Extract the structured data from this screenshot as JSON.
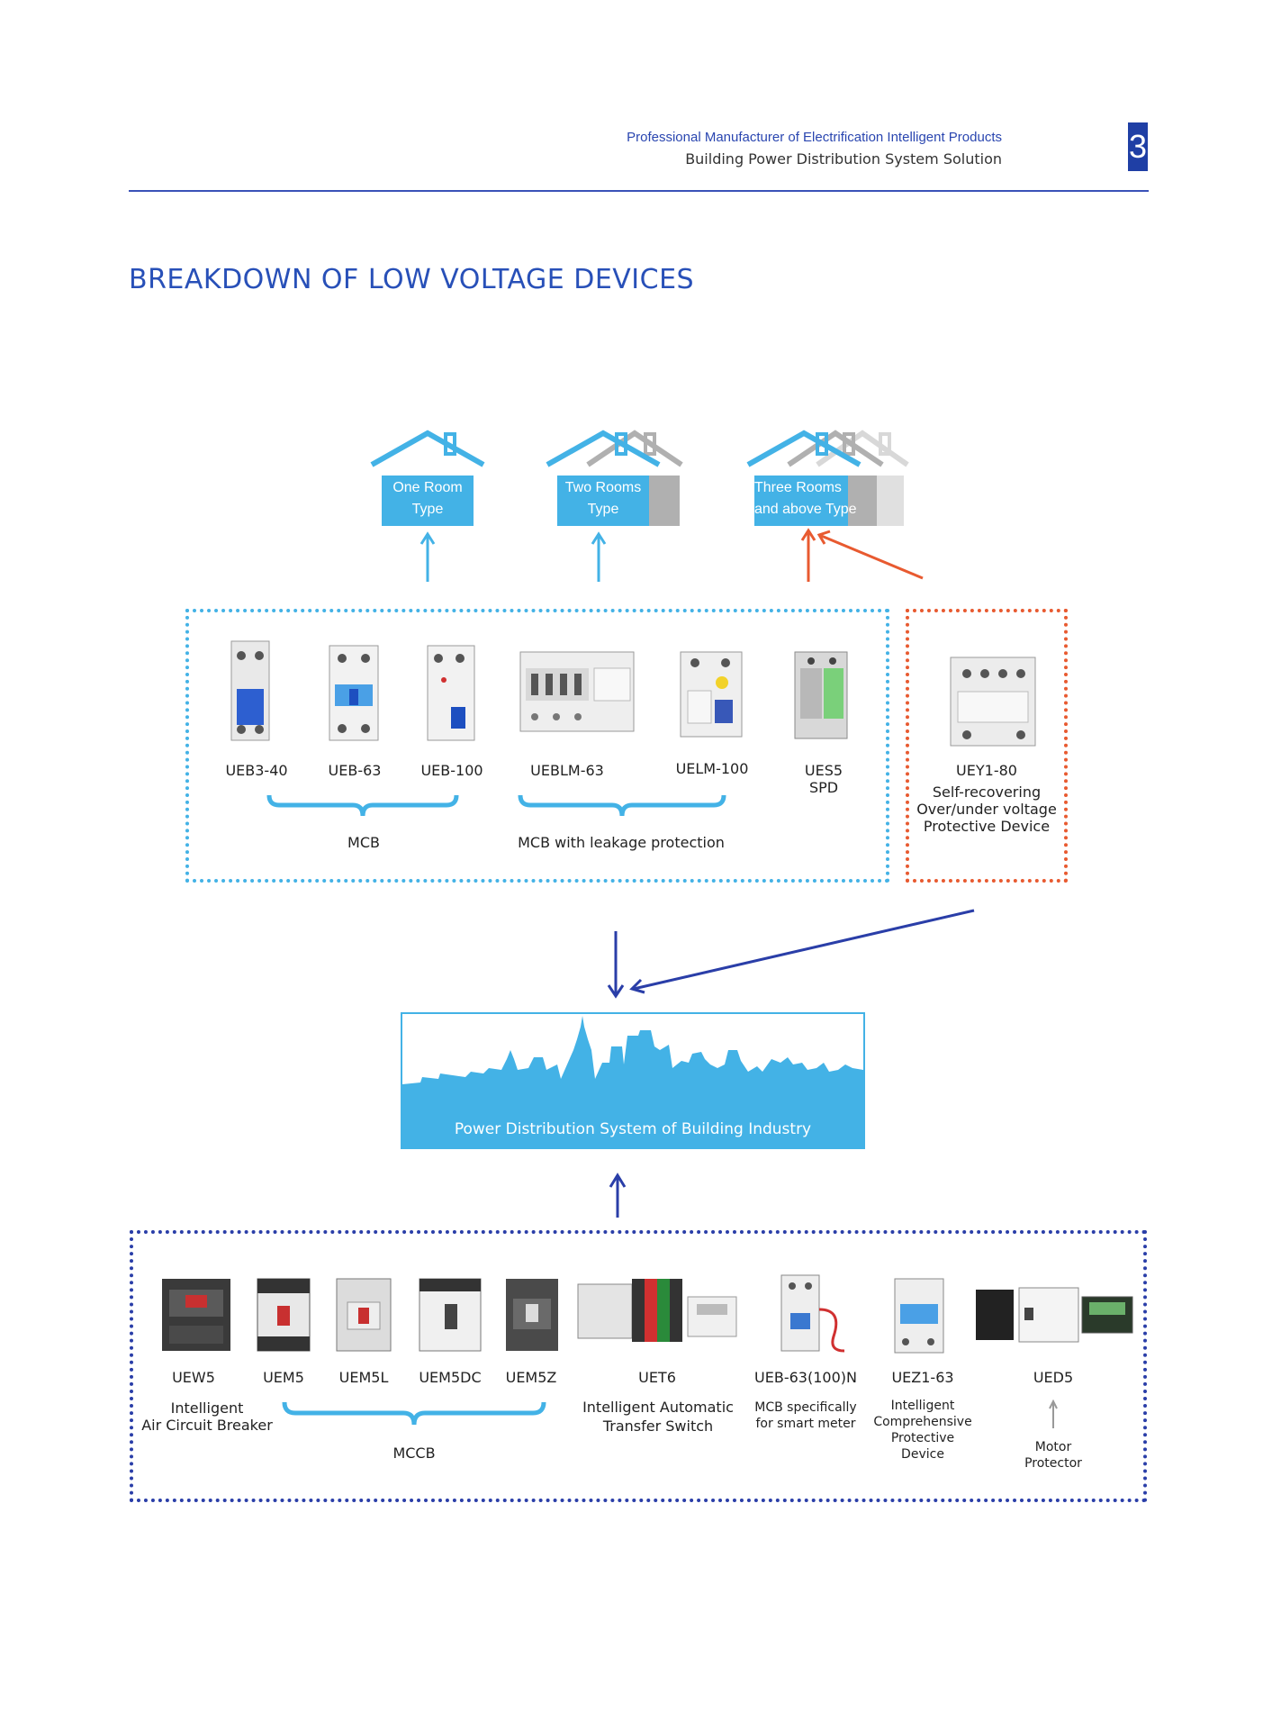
{
  "header": {
    "tagline": "Professional Manufacturer of Electrification Intelligent Products",
    "subtitle": "Building Power Distribution System Solution",
    "page_number": "3"
  },
  "title": "BREAKDOWN OF LOW VOLTAGE DEVICES",
  "houses": [
    {
      "line1": "One Room",
      "line2": "Type"
    },
    {
      "line1": "Two Rooms",
      "line2": "Type"
    },
    {
      "line1": "Three Rooms",
      "line2": "and above Type"
    }
  ],
  "upper_devices": [
    {
      "model": "UEB3-40"
    },
    {
      "model": "UEB-63"
    },
    {
      "model": "UEB-100"
    },
    {
      "model": "UEBLM-63"
    },
    {
      "model": "UELM-100"
    },
    {
      "model": "UES5",
      "sub": "SPD"
    }
  ],
  "upper_groups": {
    "mcb": "MCB",
    "mcb_leakage": "MCB with leakage protection"
  },
  "protective_device": {
    "model": "UEY1-80",
    "line1": "Self-recovering",
    "line2": "Over/under voltage",
    "line3": "Protective Device"
  },
  "city": {
    "label": "Power Distribution System of Building Industry"
  },
  "lower_devices": {
    "uew5": {
      "model": "UEW5",
      "line1": "Intelligent",
      "line2": "Air Circuit Breaker"
    },
    "uem5": {
      "model": "UEM5"
    },
    "uem5l": {
      "model": "UEM5L"
    },
    "uem5dc": {
      "model": "UEM5DC"
    },
    "uem5z": {
      "model": "UEM5Z"
    },
    "mccb": "MCCB",
    "uet6": {
      "model": "UET6",
      "line1": "Intelligent Automatic",
      "line2": "Transfer Switch"
    },
    "ueb63n": {
      "model": "UEB-63(100)N",
      "line1": "MCB specifically",
      "line2": "for smart meter"
    },
    "uez1": {
      "model": "UEZ1-63",
      "line1": "Intelligent",
      "line2": "Comprehensive",
      "line3": "Protective",
      "line4": "Device"
    },
    "ued5": {
      "model": "UED5",
      "line1": "Motor",
      "line2": "Protector"
    }
  },
  "colors": {
    "light_blue": "#43b2e6",
    "navy": "#2a3ea8",
    "orange_red": "#e85a30",
    "grey": "#b0b0b0"
  }
}
